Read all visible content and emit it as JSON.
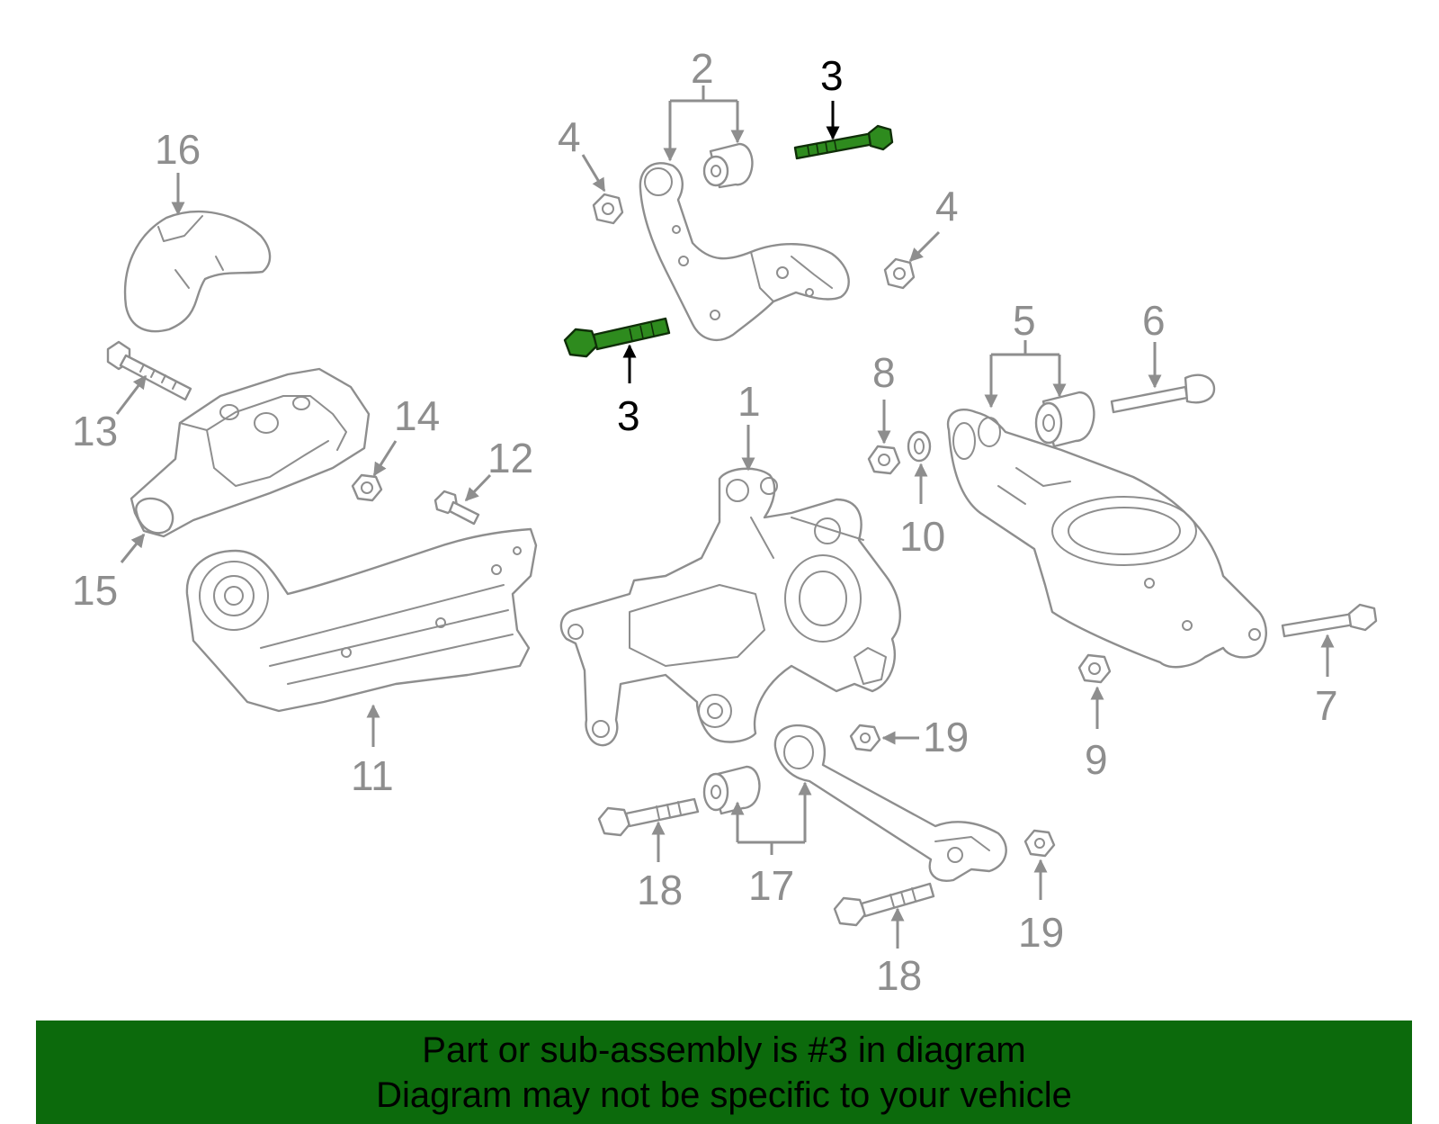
{
  "callouts": {
    "c1": "1",
    "c2": "2",
    "c3a": "3",
    "c3b": "3",
    "c4a": "4",
    "c4b": "4",
    "c5": "5",
    "c6": "6",
    "c7": "7",
    "c8": "8",
    "c9": "9",
    "c10": "10",
    "c11": "11",
    "c12": "12",
    "c13": "13",
    "c14": "14",
    "c15": "15",
    "c16": "16",
    "c17": "17",
    "c18a": "18",
    "c18b": "18",
    "c19a": "19",
    "c19b": "19"
  },
  "highlight": {
    "part_number": "3",
    "color": "#2e8b1e"
  },
  "banner": {
    "line1": "Part or sub-assembly is #3 in diagram",
    "line2": "Diagram may not be specific to your vehicle",
    "background": "#0c6a0c"
  }
}
